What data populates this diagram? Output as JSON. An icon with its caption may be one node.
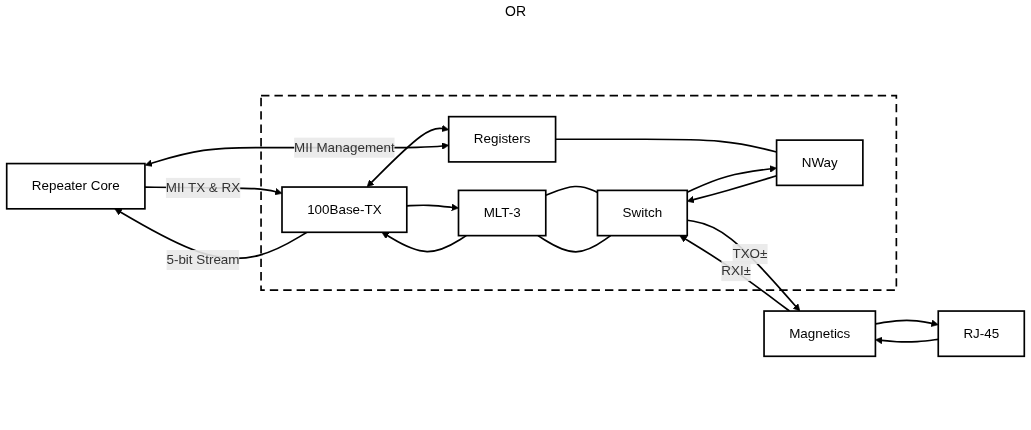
{
  "diagram": {
    "nodes": [
      {
        "text": [
          "Repeater Core"
        ]
      },
      {
        "text": [],
        "shape": "box"
      },
      {
        "text": [
          "100Base-TX"
        ],
        "in": 1
      },
      {
        "text": [
          "MLT-3"
        ],
        "in": 1
      },
      {
        "text": [
          "Registers"
        ],
        "in": 1
      },
      {
        "text": [
          "NWay"
        ],
        "in": 1
      },
      {
        "text": [
          "Switch"
        ],
        "in": 1
      },
      {
        "text": [
          "Magnetics"
        ]
      },
      {
        "text": [
          "RJ-45"
        ]
      }
    ],
    "edges": [
      {
        "from": 0,
        "to": 2,
        "arrow": "to",
        "label": "MII TX & RX"
      },
      {
        "from": 2,
        "to": 0,
        "arrow": "to",
        "label": "5-bit Stream"
      },
      {
        "from": 2,
        "to": 3,
        "arrow": "to"
      },
      {
        "from": 3,
        "to": 2,
        "arrow": "to"
      },
      {
        "from": 3,
        "to": 6,
        "arrow": "none"
      },
      {
        "from": 3,
        "to": 6,
        "arrow": "none"
      },
      {
        "from": 2,
        "to": 4,
        "arrow": "both"
      },
      {
        "from": 0,
        "to": 4,
        "arrow": "both",
        "label": "MII Management"
      },
      {
        "from": 4,
        "to": 5,
        "arrow": "none"
      },
      {
        "from": 5,
        "to": 6,
        "arrow": "to"
      },
      {
        "from": 6,
        "to": 5,
        "arrow": "to"
      },
      {
        "from": 6,
        "to": 7,
        "arrow": "to",
        "label": "TXO±"
      },
      {
        "from": 7,
        "to": 6,
        "arrow": "to",
        "label": "RXI±"
      },
      {
        "from": 7,
        "to": 8,
        "arrow": "to"
      },
      {
        "from": 8,
        "to": 7,
        "arrow": "to"
      }
    ],
    "labels": [
      "OR"
    ]
  }
}
